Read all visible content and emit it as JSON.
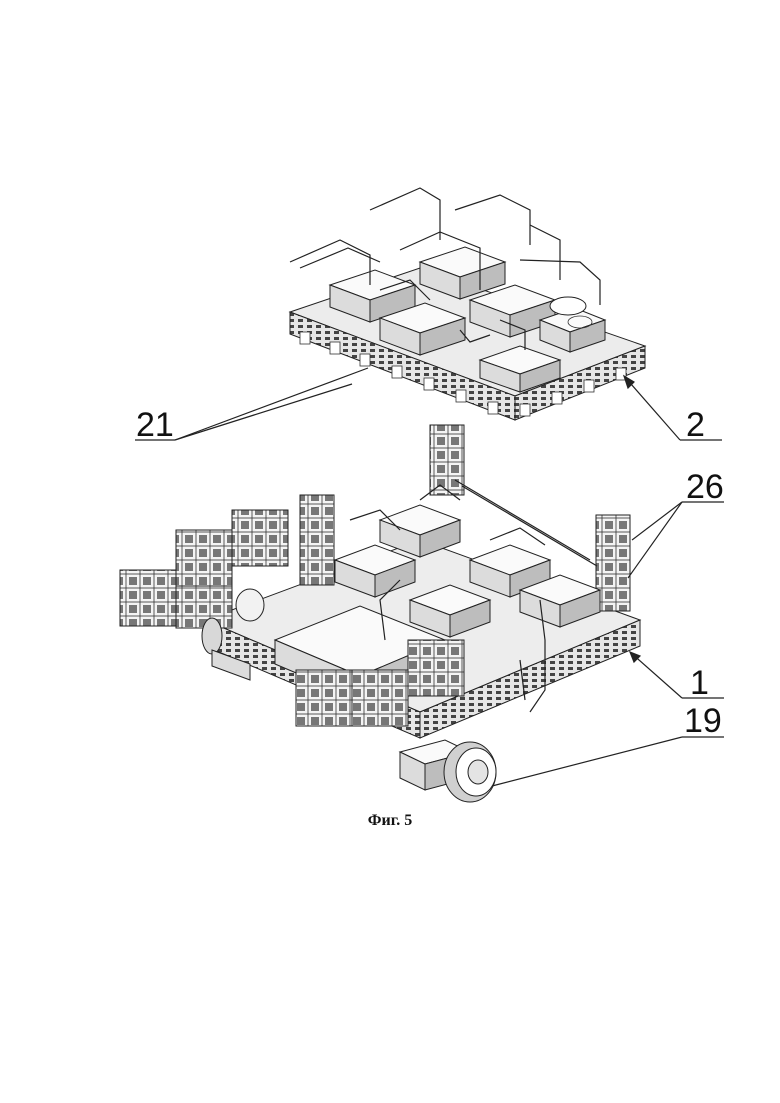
{
  "figure": {
    "caption": "Фиг. 5",
    "labels": [
      {
        "id": "21",
        "text": "21"
      },
      {
        "id": "2",
        "text": "2"
      },
      {
        "id": "26",
        "text": "26"
      },
      {
        "id": "1",
        "text": "1"
      },
      {
        "id": "19",
        "text": "19"
      }
    ]
  },
  "colors": {
    "line": "#222222",
    "face_light": "#f2f2f2",
    "face_mid": "#d9d9d9",
    "face_dark": "#9a9a9a"
  }
}
